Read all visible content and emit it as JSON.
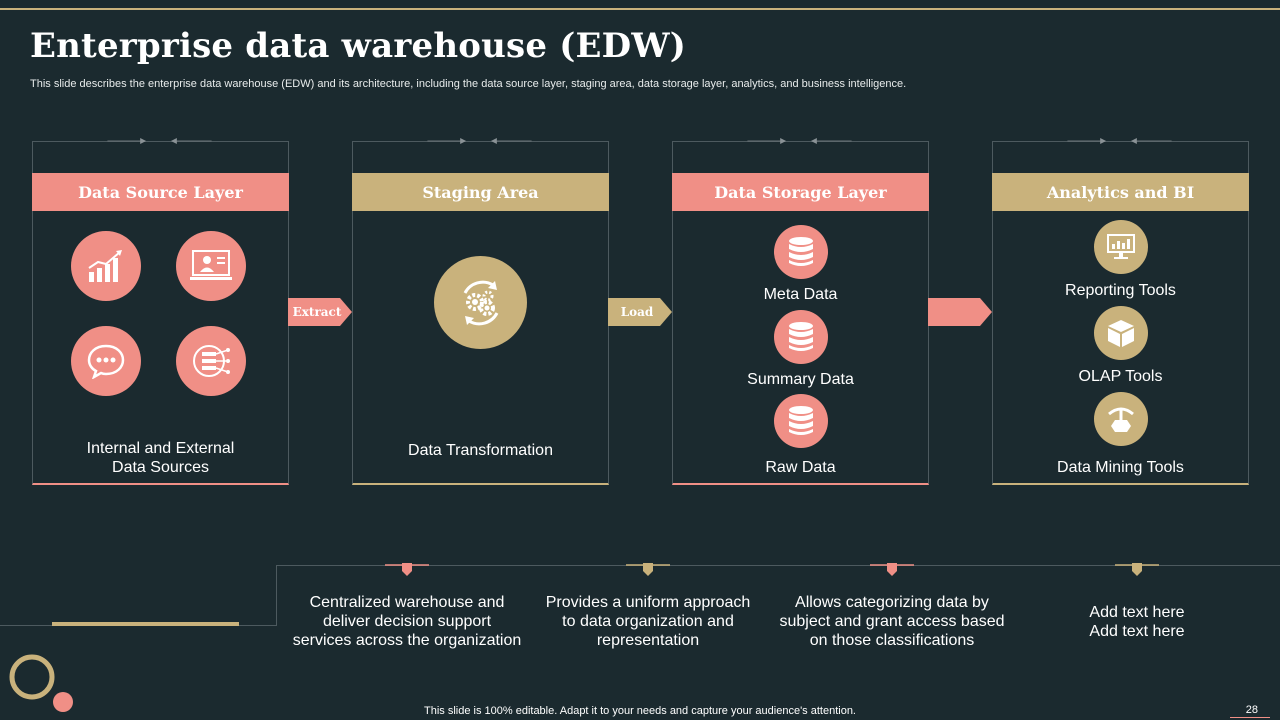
{
  "slide": {
    "title": "Enterprise data warehouse (EDW)",
    "subtitle": "This slide describes the enterprise data warehouse (EDW) and its architecture, including the data source layer, staging area, data storage layer, analytics, and business intelligence.",
    "footer": "This slide is 100% editable. Adapt it to your needs and capture your audience's attention.",
    "page_number": "28"
  },
  "panels": {
    "source": {
      "header": "Data Source Layer",
      "label_line1": "Internal  and External",
      "label_line2": "Data Sources",
      "icons": [
        "growth-chart-icon",
        "presentation-icon",
        "chat-bubble-icon",
        "data-network-icon"
      ]
    },
    "staging": {
      "header": "Staging Area",
      "label": "Data Transformation",
      "icon": "gears-cycle-icon"
    },
    "storage": {
      "header": "Data Storage Layer",
      "items": [
        "Meta Data",
        "Summary  Data",
        "Raw Data"
      ],
      "icon": "database-icon"
    },
    "analytics": {
      "header": "Analytics and BI",
      "items": [
        "Reporting Tools",
        "OLAP Tools",
        "Data Mining Tools"
      ],
      "icons": [
        "monitor-chart-icon",
        "cube-box-icon",
        "mining-tool-icon"
      ]
    }
  },
  "connectors": {
    "extract": "Extract",
    "load": "Load"
  },
  "features": [
    {
      "line1": "Centralized warehouse and",
      "line2": "deliver decision support",
      "line3": "services across the organization"
    },
    {
      "line1": "Provides a uniform approach",
      "line2": "to data organization and",
      "line3": "representation"
    },
    {
      "line1": "Allows categorizing data by",
      "line2": "subject and grant access based",
      "line3": "on those classifications"
    },
    {
      "line1": "Add text here",
      "line2": "Add text here",
      "line3": ""
    }
  ],
  "colors": {
    "background": "#1b2a2f",
    "pink": "#f08f86",
    "gold": "#c9b27c",
    "border": "#4d5a5f"
  }
}
